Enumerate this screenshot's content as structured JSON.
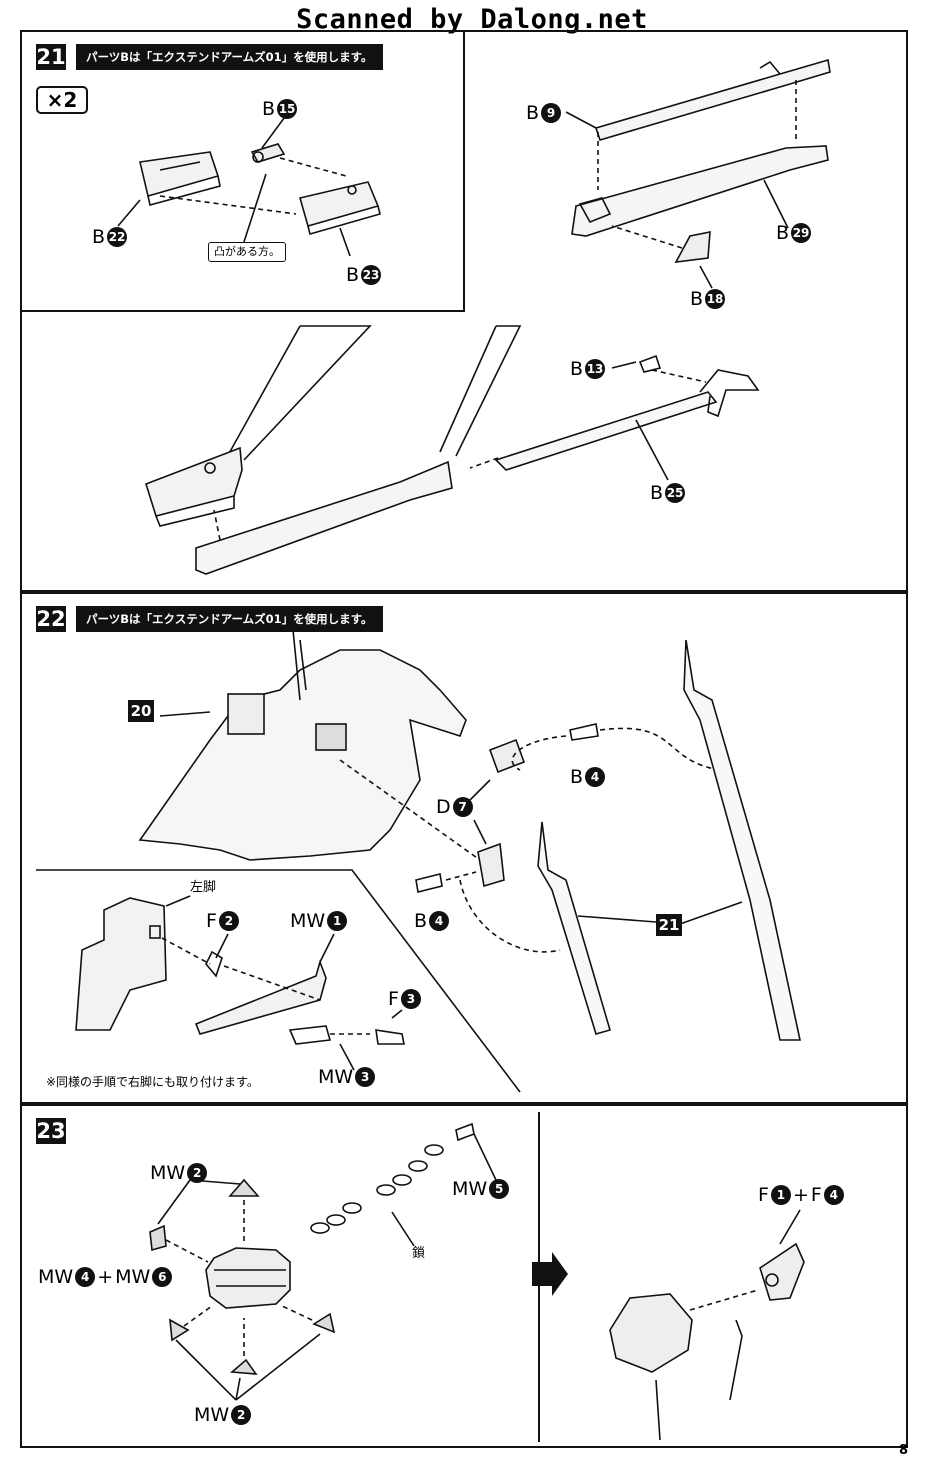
{
  "watermark": "Scanned by Dalong.net",
  "page_number": "8",
  "step21": {
    "number": "21",
    "banner": "パーツBは「エクステンドアームズ01」を使用します。",
    "multiplier": "×2",
    "note": "凸がある方。",
    "labels": [
      {
        "prefix": "B",
        "num": "15"
      },
      {
        "prefix": "B",
        "num": "22"
      },
      {
        "prefix": "B",
        "num": "23"
      },
      {
        "prefix": "B",
        "num": "9"
      },
      {
        "prefix": "B",
        "num": "29"
      },
      {
        "prefix": "B",
        "num": "18"
      },
      {
        "prefix": "B",
        "num": "13"
      },
      {
        "prefix": "B",
        "num": "25"
      }
    ]
  },
  "step22": {
    "number": "22",
    "banner": "パーツBは「エクステンドアームズ01」を使用します。",
    "ref_20": "20",
    "ref_21": "21",
    "left_leg": "左脚",
    "note": "※同様の手順で右脚にも取り付けます。",
    "labels": [
      {
        "prefix": "B",
        "num": "4"
      },
      {
        "prefix": "D",
        "num": "7"
      },
      {
        "prefix": "B",
        "num": "4"
      },
      {
        "prefix": "F",
        "num": "2"
      },
      {
        "prefix": "MW",
        "num": "1"
      },
      {
        "prefix": "F",
        "num": "3"
      },
      {
        "prefix": "MW",
        "num": "3"
      }
    ]
  },
  "step23": {
    "number": "23",
    "chain": "鎖",
    "labels": [
      {
        "prefix": "MW",
        "num": "2"
      },
      {
        "prefix": "MW",
        "num": "5"
      },
      {
        "prefix": "MW",
        "num": "4",
        "prefix2": "MW",
        "num2": "6"
      },
      {
        "prefix": "MW",
        "num": "2"
      },
      {
        "prefix": "F",
        "num": "1",
        "prefix2": "F",
        "num2": "4"
      }
    ]
  }
}
